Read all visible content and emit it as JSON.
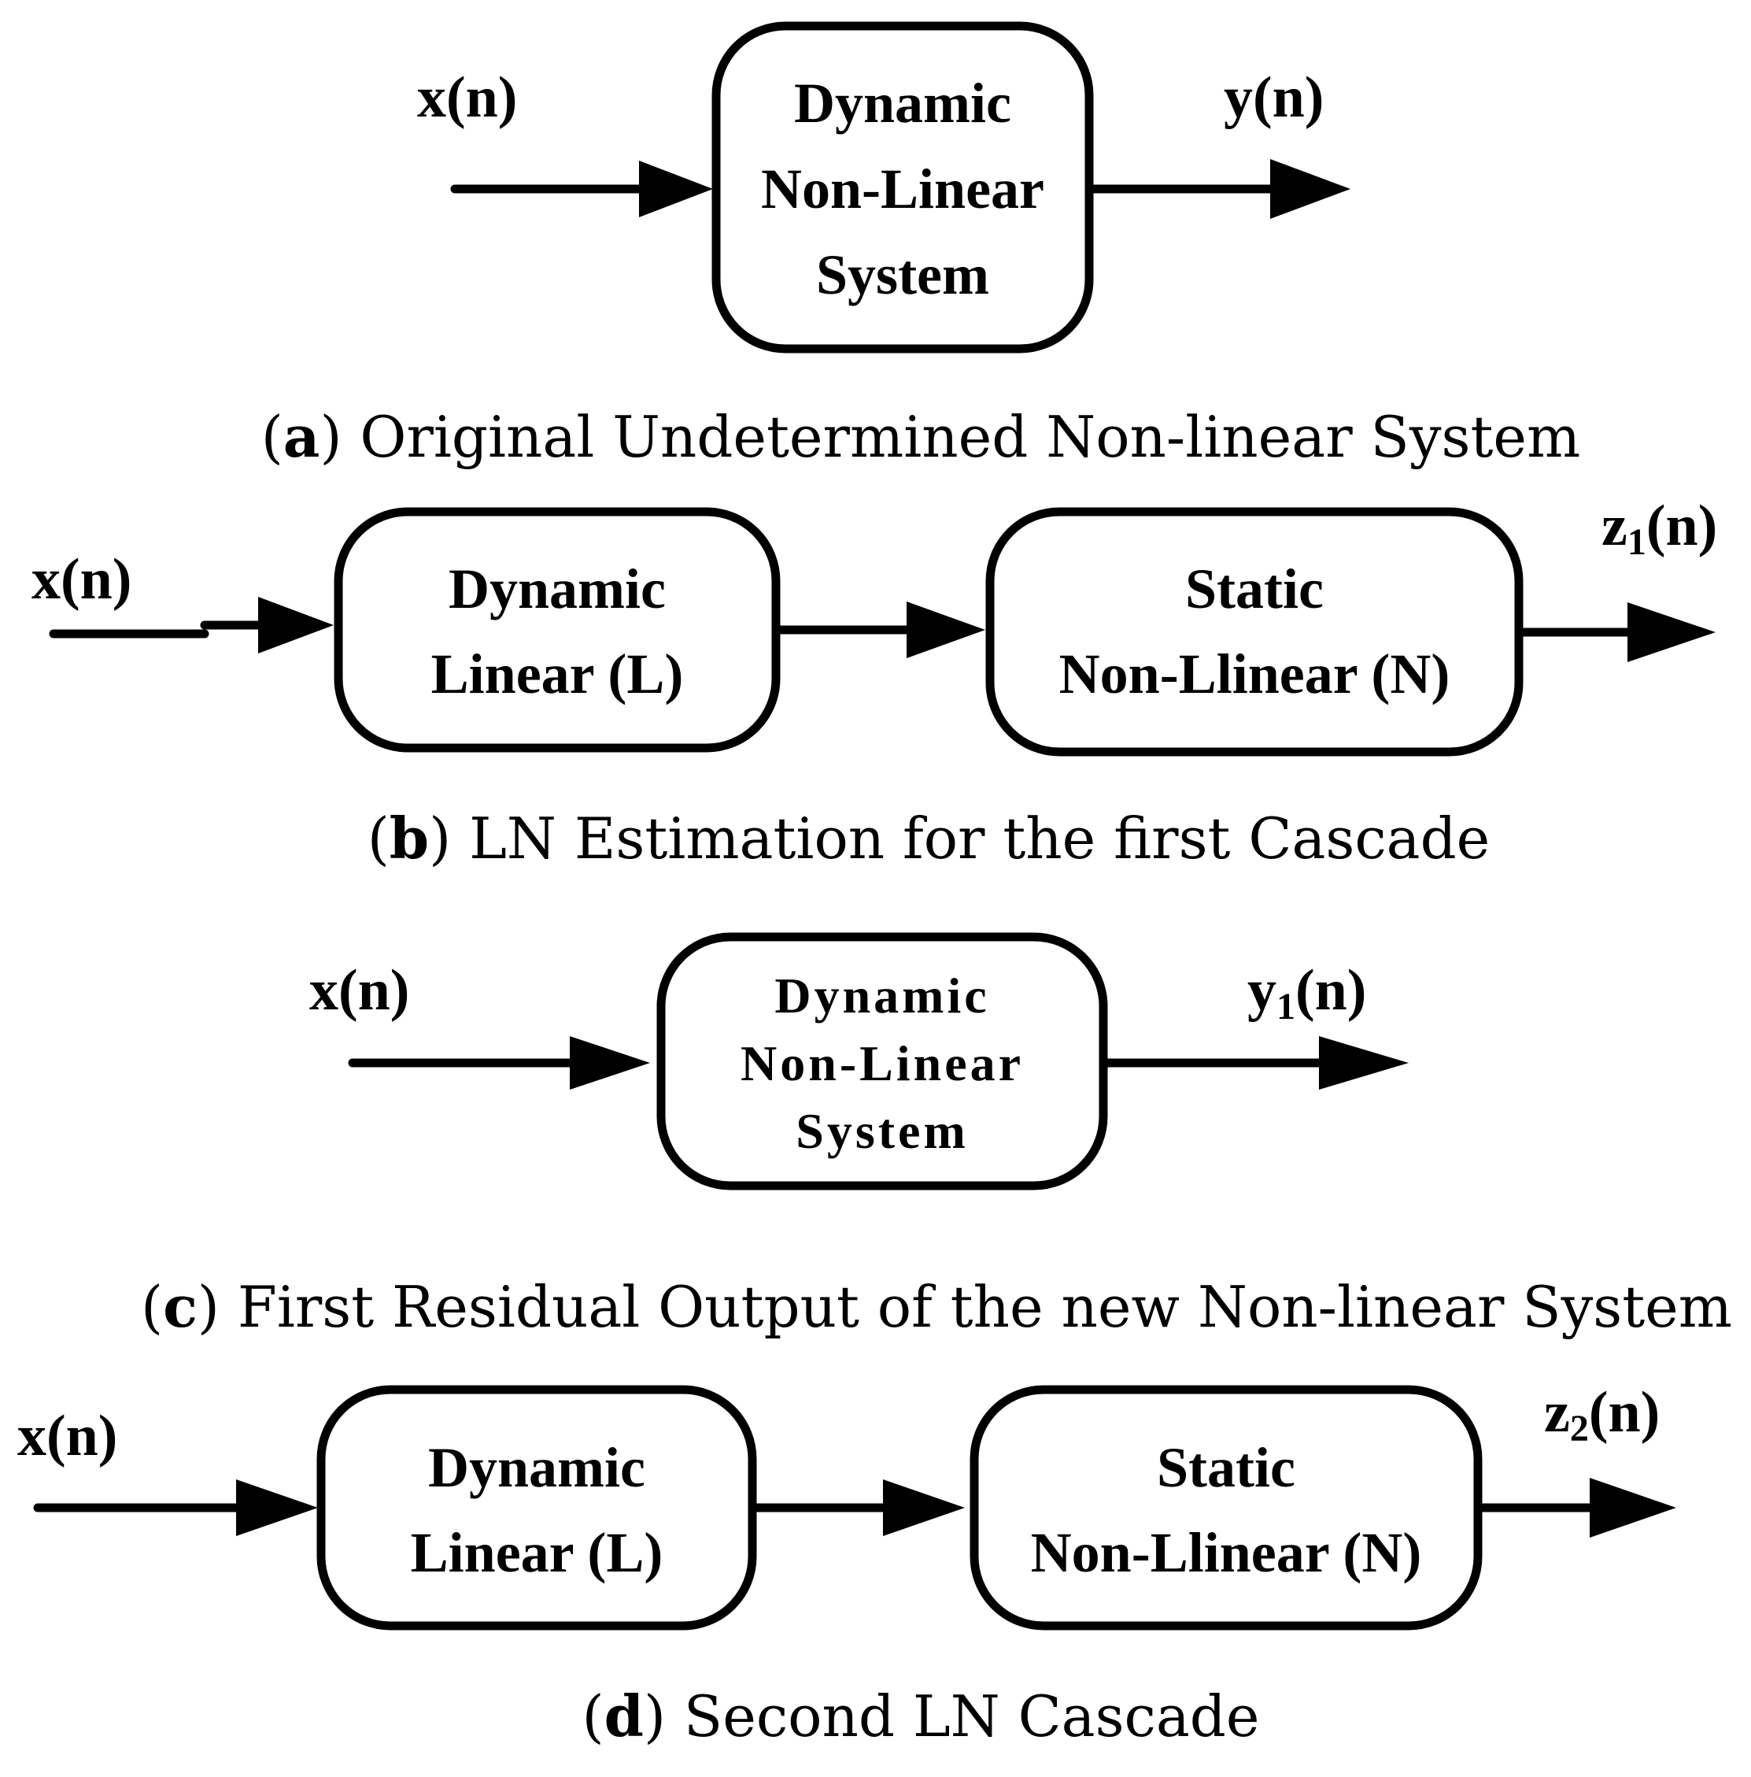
{
  "panels": {
    "a": {
      "input": "x(n)",
      "output": "y(n)",
      "block": {
        "line1": "Dynamic",
        "line2": "Non-Linear",
        "line3": "System"
      },
      "caption": {
        "open": "(",
        "letter": "a",
        "text": ") Original Undetermined Non-linear System"
      }
    },
    "b": {
      "input": "x(n)",
      "output": {
        "base": "z",
        "sub": "1",
        "tail": "(n)"
      },
      "block1": {
        "line1": "Dynamic",
        "line2": "Linear (L)"
      },
      "block2": {
        "line1": "Static",
        "line2": "Non-Llinear (N)"
      },
      "caption": {
        "open": "(",
        "letter": "b",
        "text": ") LN Estimation for the first Cascade"
      }
    },
    "c": {
      "input": "x(n)",
      "output": {
        "base": "y",
        "sub": "1",
        "tail": "(n)"
      },
      "block": {
        "line1": "Dynamic",
        "line2": "Non-Linear",
        "line3": "System"
      },
      "caption": {
        "open": "(",
        "letter": "c",
        "text": ") First Residual Output of the new Non-linear System"
      }
    },
    "d": {
      "input": "x(n)",
      "output": {
        "base": "z",
        "sub": "2",
        "tail": "(n)"
      },
      "block1": {
        "line1": "Dynamic",
        "line2": "Linear (L)"
      },
      "block2": {
        "line1": "Static",
        "line2": "Non-Llinear (N)"
      },
      "caption": {
        "open": "(",
        "letter": "d",
        "text": ") Second LN Cascade"
      }
    }
  }
}
